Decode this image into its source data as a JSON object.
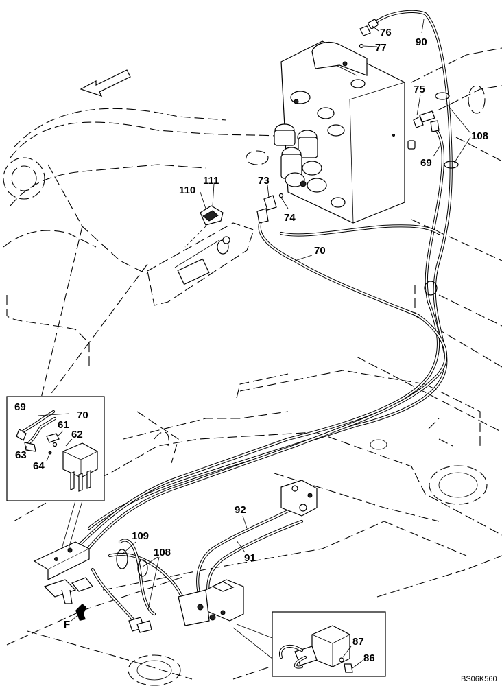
{
  "drawing": {
    "reference_code": "BS06K560",
    "view_label": "F"
  },
  "callouts": [
    {
      "id": "c76",
      "label": "76"
    },
    {
      "id": "c77",
      "label": "77"
    },
    {
      "id": "c90",
      "label": "90"
    },
    {
      "id": "c75",
      "label": "75"
    },
    {
      "id": "c108a",
      "label": "108"
    },
    {
      "id": "c69a",
      "label": "69"
    },
    {
      "id": "c111",
      "label": "111"
    },
    {
      "id": "c110",
      "label": "110"
    },
    {
      "id": "c73",
      "label": "73"
    },
    {
      "id": "c74",
      "label": "74"
    },
    {
      "id": "c70a",
      "label": "70"
    },
    {
      "id": "c69b",
      "label": "69"
    },
    {
      "id": "c70b",
      "label": "70"
    },
    {
      "id": "c61",
      "label": "61"
    },
    {
      "id": "c62",
      "label": "62"
    },
    {
      "id": "c63",
      "label": "63"
    },
    {
      "id": "c64",
      "label": "64"
    },
    {
      "id": "c92",
      "label": "92"
    },
    {
      "id": "c91",
      "label": "91"
    },
    {
      "id": "c109",
      "label": "109"
    },
    {
      "id": "c108b",
      "label": "108"
    },
    {
      "id": "c87",
      "label": "87"
    },
    {
      "id": "c86",
      "label": "86"
    }
  ]
}
